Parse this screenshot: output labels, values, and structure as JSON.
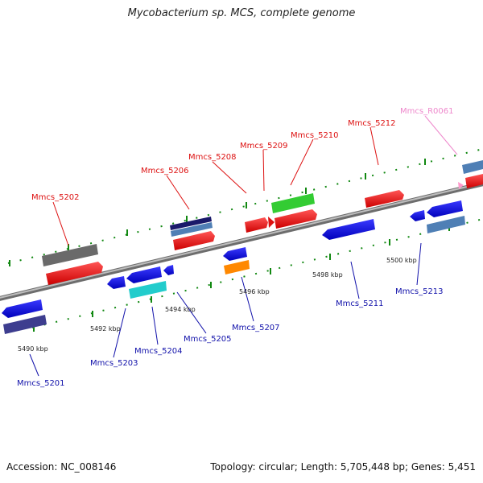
{
  "title": "Mycobacterium sp. MCS, complete genome",
  "footer": {
    "accession": "Accession: NC_008146",
    "summary": "Topology: circular; Length: 5,705,448 bp; Genes: 5,451"
  },
  "colors": {
    "backbone": "#8c8c8c",
    "forward_label": "#dd1111",
    "reverse_label": "#1111aa",
    "rna_label": "#ee88cc",
    "tick": "#118811"
  },
  "kbp_labels": [
    "5490 kbp",
    "5492 kbp",
    "5494 kbp",
    "5496 kbp",
    "5498 kbp",
    "5500 kbp"
  ],
  "genes_forward": [
    {
      "label": "Mmcs_5202",
      "color": "#dd1111"
    },
    {
      "label": "Mmcs_5206",
      "color": "#dd1111"
    },
    {
      "label": "Mmcs_5208",
      "color": "#dd1111"
    },
    {
      "label": "Mmcs_5209",
      "color": "#dd1111"
    },
    {
      "label": "Mmcs_5210",
      "color": "#dd1111"
    },
    {
      "label": "Mmcs_5212",
      "color": "#dd1111"
    },
    {
      "label": "Mmcs_R0061",
      "color": "#ee88cc"
    }
  ],
  "genes_reverse": [
    {
      "label": "Mmcs_5201",
      "color": "#1111aa"
    },
    {
      "label": "Mmcs_5203",
      "color": "#1111aa"
    },
    {
      "label": "Mmcs_5204",
      "color": "#1111aa"
    },
    {
      "label": "Mmcs_5205",
      "color": "#1111aa"
    },
    {
      "label": "Mmcs_5207",
      "color": "#1111aa"
    },
    {
      "label": "Mmcs_5211",
      "color": "#1111aa"
    },
    {
      "label": "Mmcs_5213",
      "color": "#1111aa"
    }
  ]
}
